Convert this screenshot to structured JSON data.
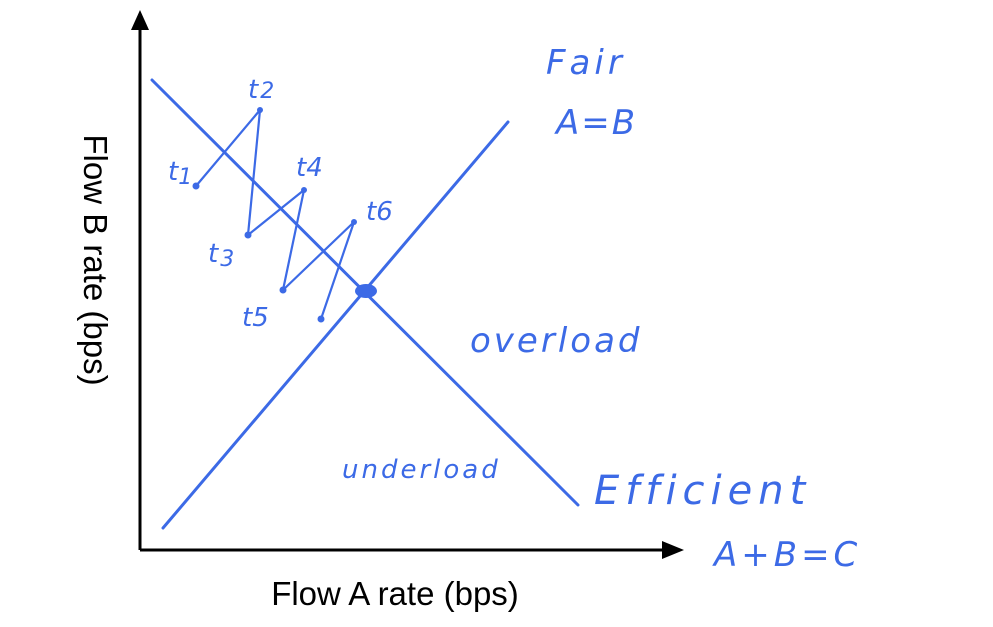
{
  "axes": {
    "x_label": "Flow A rate (bps)",
    "y_label": "Flow B rate (bps)"
  },
  "annotations": {
    "fair_title": "Fair",
    "fair_equation": "A=B",
    "efficient_title": "Efficient",
    "efficient_equation": "A+B=C",
    "overload": "overload",
    "underload": "underload"
  },
  "time_points": [
    "t1",
    "t2",
    "t3",
    "t4",
    "t5",
    "t6"
  ],
  "time_labels": {
    "t1_base": "t",
    "t1_sub": "1",
    "t2_base": "t",
    "t2_sub": "2",
    "t3_base": "t",
    "t3_sub": "3",
    "t4": "t4",
    "t5": "t5",
    "t6": "t6"
  },
  "colors": {
    "ink": "#3C6AE6",
    "axis": "#000000"
  }
}
